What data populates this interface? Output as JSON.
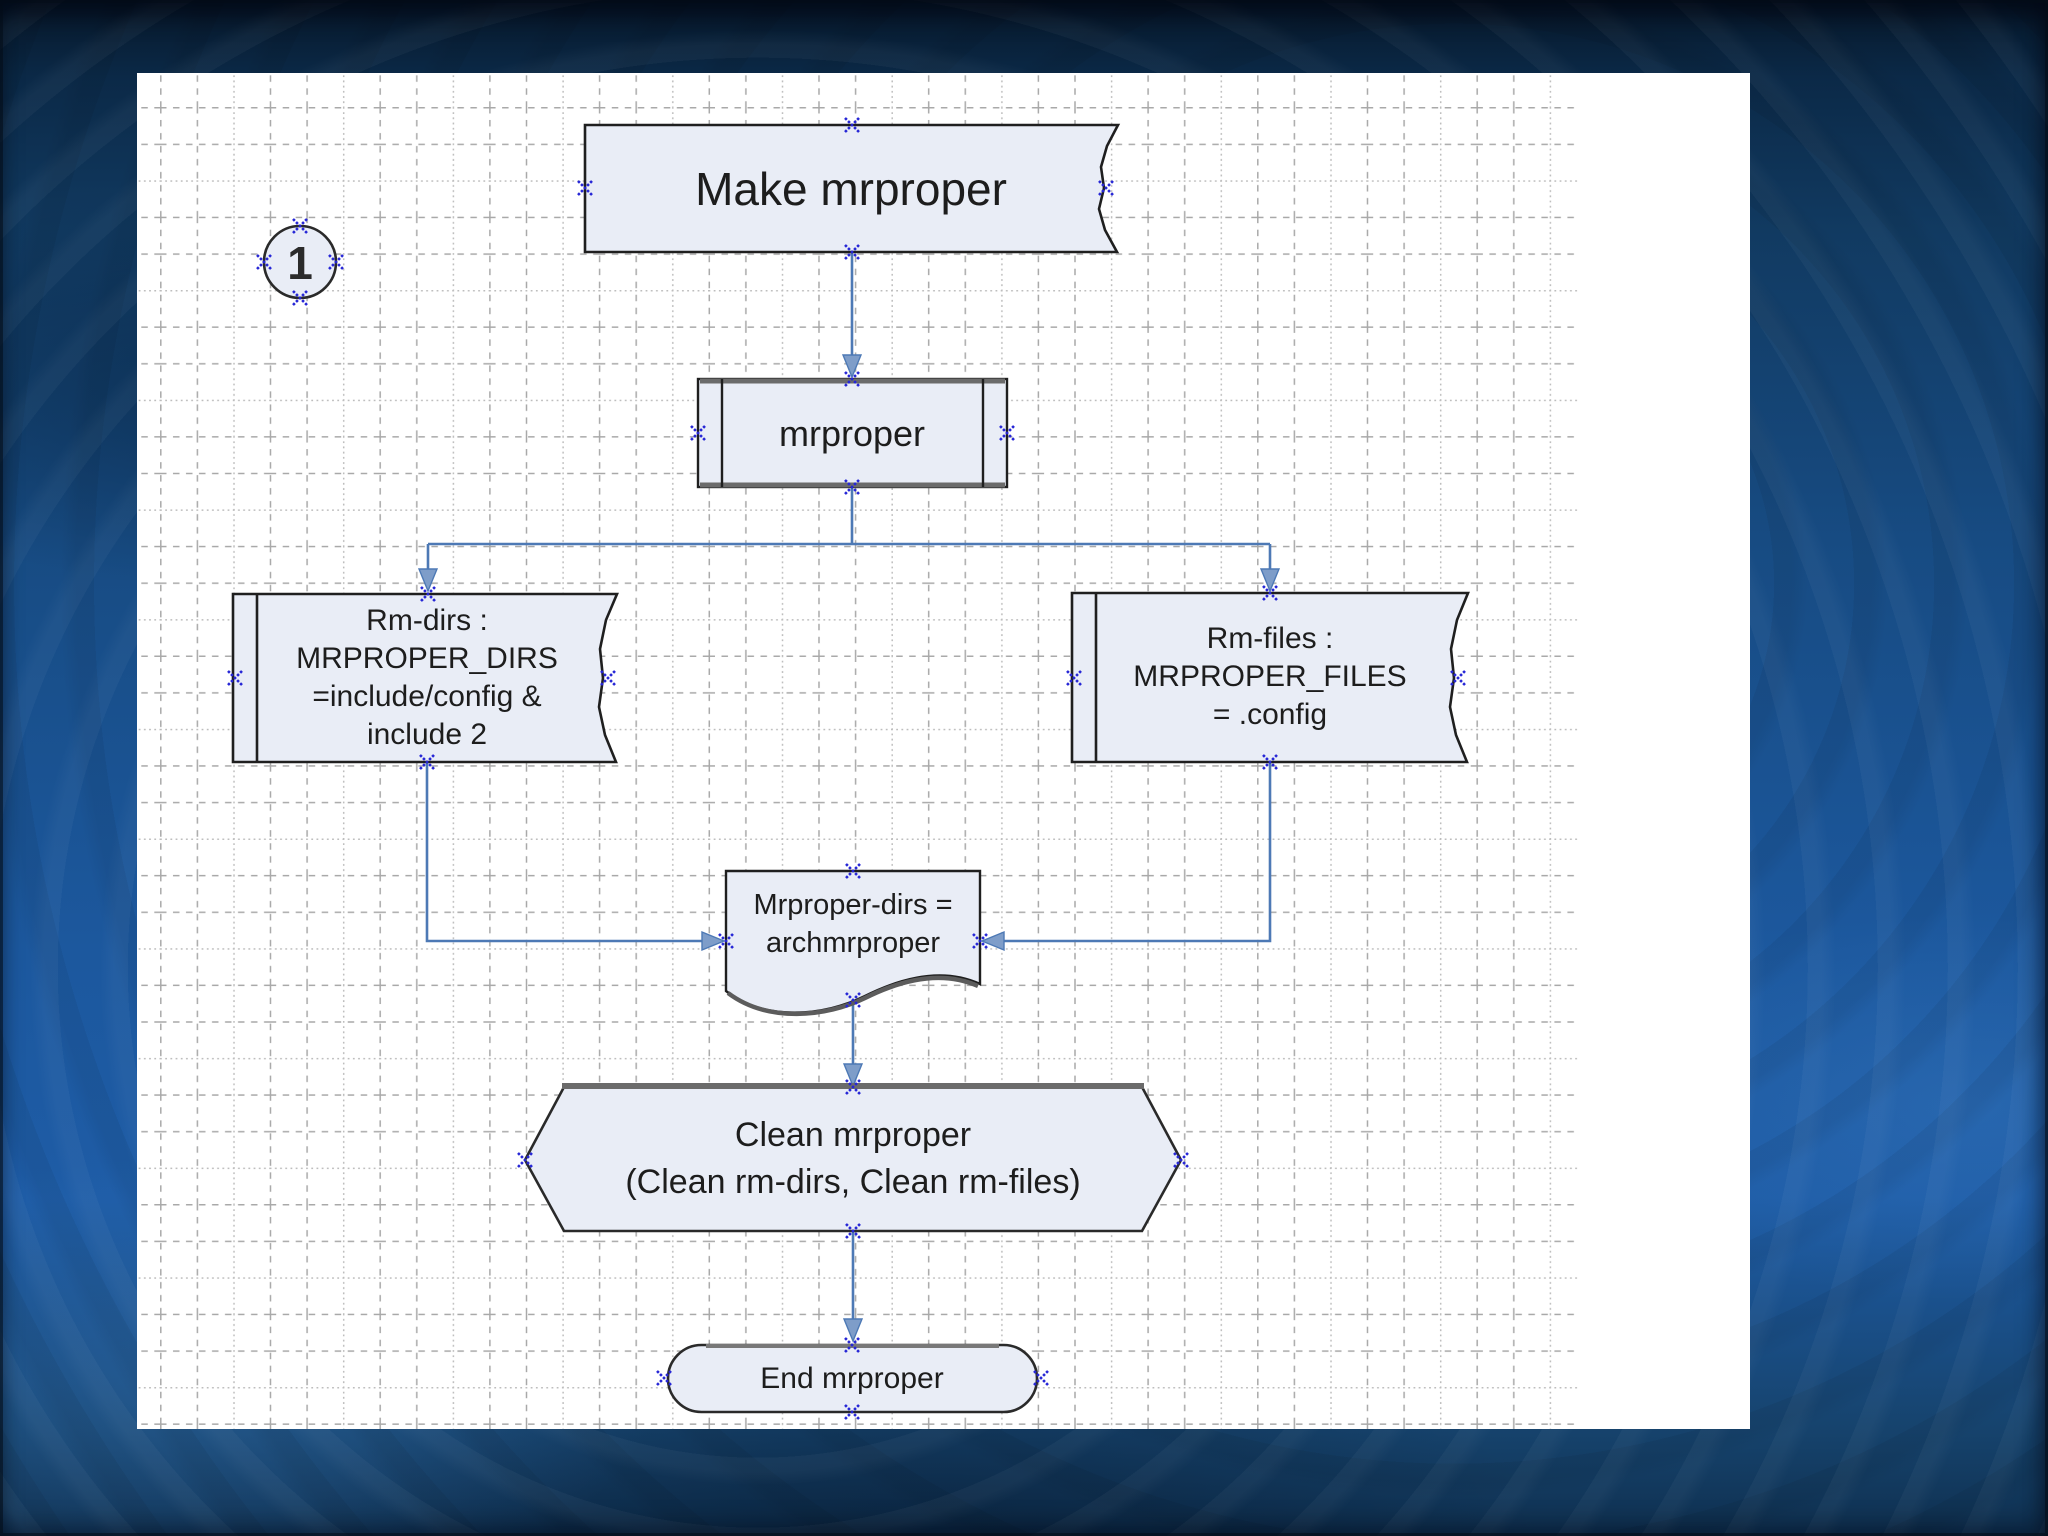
{
  "page": {
    "number": "1"
  },
  "flowchart": {
    "start": {
      "label": "Make mrproper"
    },
    "process": {
      "label": "mrproper"
    },
    "rm_dirs": {
      "lines": [
        "Rm-dirs :",
        "MRPROPER_DIRS",
        "=include/config &",
        "include 2"
      ]
    },
    "rm_files": {
      "lines": [
        "Rm-files :",
        "MRPROPER_FILES",
        "= .config"
      ]
    },
    "document": {
      "lines": [
        "Mrproper-dirs =",
        "archmrproper"
      ]
    },
    "clean": {
      "lines": [
        "Clean mrproper",
        "(Clean rm-dirs, Clean rm-files)"
      ]
    },
    "end": {
      "label": "End mrproper"
    }
  },
  "colors": {
    "background_top": "#0a2440",
    "background_mid": "#1c589e",
    "canvas": "#ffffff",
    "grid_line": "#a9a9a9",
    "shape_fill": "#e9edf6",
    "shape_stroke": "#1f1f1f",
    "connector": "#4d79b5",
    "arrowhead_fill": "#7e9dc9",
    "connection_point": "#2626d6",
    "text": "#1d1d1d"
  }
}
